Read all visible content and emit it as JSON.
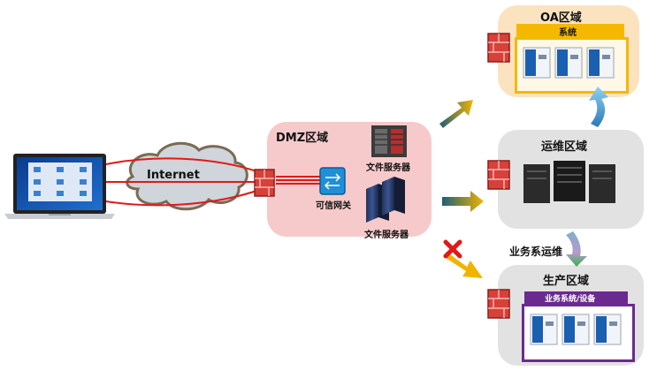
{
  "internet": {
    "label": "Internet"
  },
  "dmz": {
    "title": "DMZ区域",
    "gateway_label": "可信网关",
    "file_server_label_1": "文件服务器",
    "file_server_label_2": "文件服务器"
  },
  "oa": {
    "title": "OA区域",
    "inner_label": "系统"
  },
  "ops": {
    "title": "运维区域"
  },
  "business_ops": {
    "label": "业务系运维"
  },
  "prod": {
    "title": "生产区域",
    "inner_label": "业务系统/设备"
  },
  "colors": {
    "oa_zone": "#fbe3c0",
    "oa_frame": "#f5b800",
    "dmz_zone": "#f6caca",
    "ops_zone": "#e2e2e2",
    "prod_zone": "#e2e2e2",
    "prod_frame": "#6b2a8f",
    "link_red": "#e31818"
  }
}
